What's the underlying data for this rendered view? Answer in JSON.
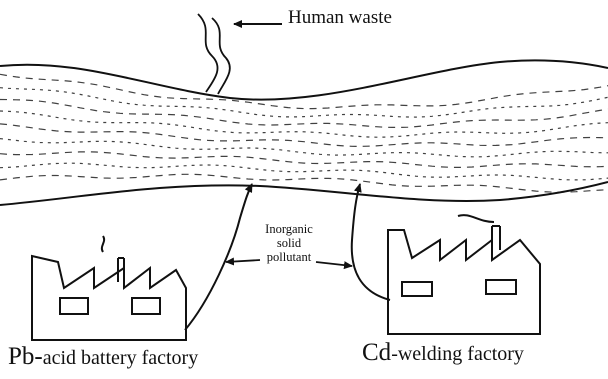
{
  "labels": {
    "human_waste": "Human waste",
    "pollutant_line1": "Inorganic",
    "pollutant_line2": "solid",
    "pollutant_line3": "pollutant",
    "pb_prefix": "Pb-",
    "pb_rest": "acid battery factory",
    "cd_prefix": "Cd",
    "cd_rest": "-welding factory"
  },
  "colors": {
    "ink": "#111111",
    "background": "#ffffff"
  },
  "icons": [
    "factory-icon",
    "factory-icon",
    "arrow-icon"
  ]
}
